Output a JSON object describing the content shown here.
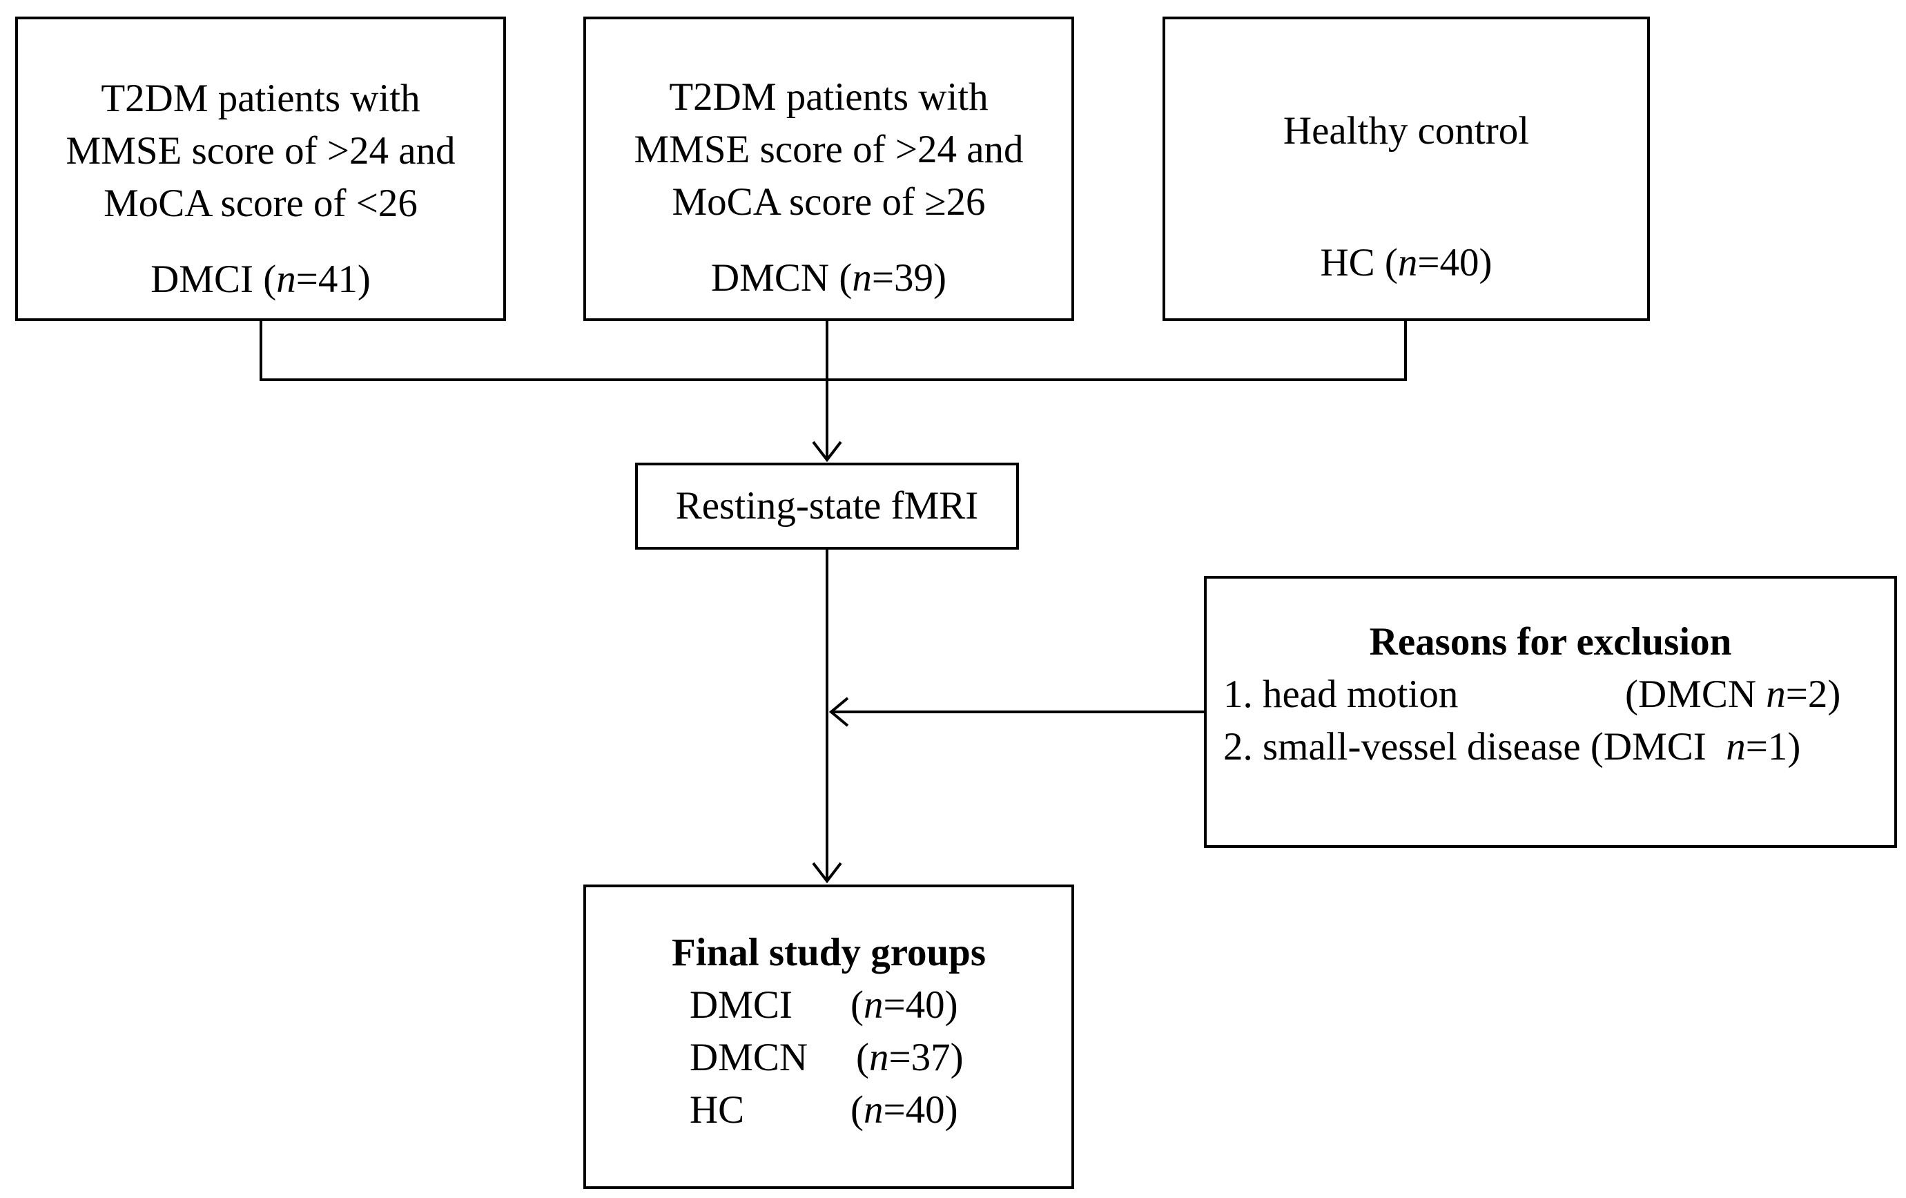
{
  "groups": [
    {
      "desc_lines": [
        "T2DM patients with",
        "MMSE score of >24 and",
        "MoCA score of <26"
      ],
      "label": "DMCI",
      "n_var": "n",
      "n_eq": "=41",
      "close": ")"
    },
    {
      "desc_lines": [
        "T2DM patients with",
        "MMSE score of >24 and",
        "MoCA score of ≥26"
      ],
      "label": "DMCN",
      "n_var": "n",
      "n_eq": "=39",
      "close": ")"
    },
    {
      "desc_lines": [
        "Healthy control"
      ],
      "label": "HC",
      "n_var": "n",
      "n_eq": "=40",
      "close": ")"
    }
  ],
  "scan": {
    "label": "Resting-state fMRI"
  },
  "exclusion": {
    "title": "Reasons for exclusion",
    "items": [
      {
        "text": "1. head motion",
        "group": "(DMCN ",
        "n_var": "n",
        "n_eq": "=2)"
      },
      {
        "text": "2. small-vessel disease",
        "group": "(DMCI  ",
        "n_var": "n",
        "n_eq": "=1)"
      }
    ]
  },
  "final": {
    "title": "Final study groups",
    "rows": [
      {
        "label": "DMCI",
        "open": "(",
        "n_var": "n",
        "n_eq": "=40)"
      },
      {
        "label": "DMCN",
        "open": "(",
        "n_var": "n",
        "n_eq": "=37)"
      },
      {
        "label": "HC",
        "open": "(",
        "n_var": "n",
        "n_eq": "=40)"
      }
    ]
  }
}
